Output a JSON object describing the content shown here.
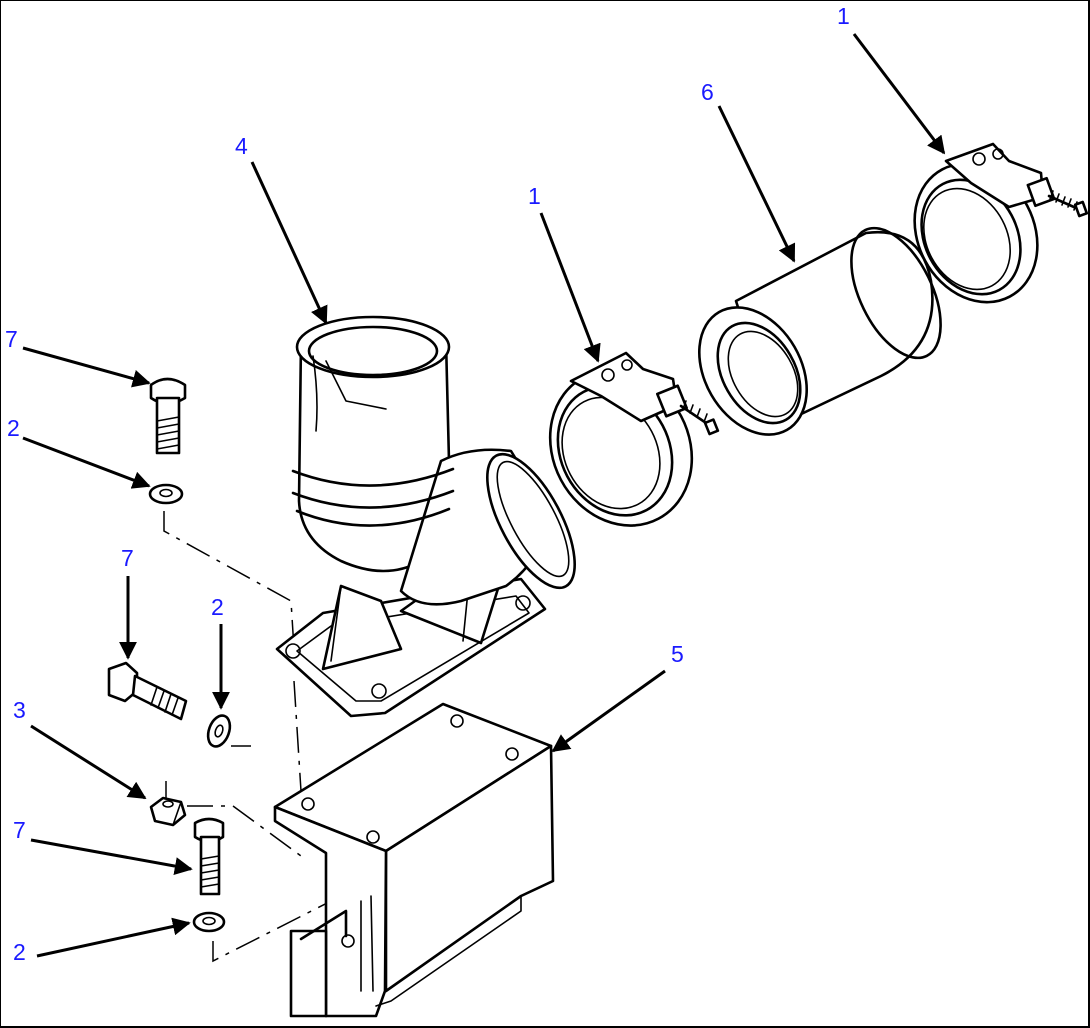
{
  "diagram": {
    "callouts": {
      "clamp_top_right": "1",
      "tube": "6",
      "elbow": "4",
      "clamp_middle": "1",
      "bolt_upper": "7",
      "washer_upper": "2",
      "bolt_side": "7",
      "washer_side": "2",
      "bracket": "5",
      "nut": "3",
      "bolt_lower": "7",
      "washer_lower": "2"
    },
    "callout_color": "#1a1aff",
    "line_color": "#000000"
  }
}
